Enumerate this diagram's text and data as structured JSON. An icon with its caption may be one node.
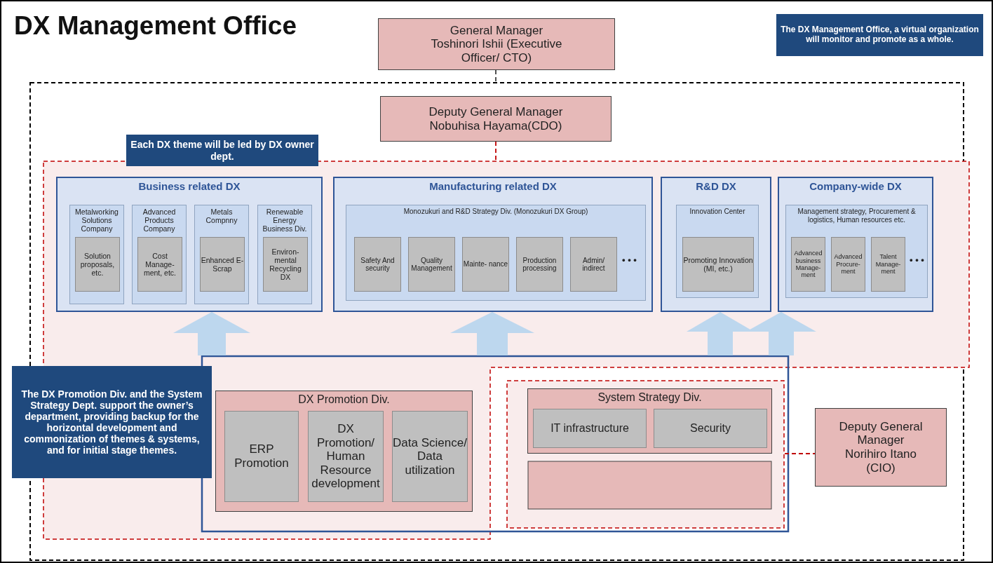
{
  "diagram": {
    "title": "DX Management Office",
    "nodes": [
      {
        "text": [
          "General Manager Toshinori Ishii (Executive Officer/ CTO)"
        ]
      },
      {
        "text": [],
        "shape": "box"
      },
      {
        "text": [
          "Deputy General Manager Nobuhisa Hayama(CDO)"
        ],
        "in": 1
      },
      {
        "text": [],
        "shape": "box",
        "in": 1
      },
      {
        "text": [
          "Business related DX"
        ],
        "in": 3
      },
      {
        "text": [
          "Metalworking Solutions Company"
        ],
        "in": 4
      },
      {
        "text": [
          "Solution proposals, etc."
        ],
        "in": 5
      },
      {
        "text": [
          "Advanced Products Company"
        ],
        "in": 4
      },
      {
        "text": [
          "Cost Manage- ment, etc."
        ],
        "in": 7
      },
      {
        "text": [
          "Metals Compnny"
        ],
        "in": 4
      },
      {
        "text": [
          "Enhanced E-Scrap"
        ],
        "in": 9
      },
      {
        "text": [
          "Renewable Energy Business Div."
        ],
        "in": 4
      },
      {
        "text": [
          "Environ- mental Recycling DX"
        ],
        "in": 11
      },
      {
        "text": [
          "Manufacturing related DX"
        ],
        "in": 3
      },
      {
        "text": [
          "Monozukuri and R&D Strategy Div. (Monozukuri DX Group)"
        ],
        "in": 13
      },
      {
        "text": [
          "Safety And security"
        ],
        "in": 14
      },
      {
        "text": [
          "Quality Management"
        ],
        "in": 14
      },
      {
        "text": [
          "Mainte- nance"
        ],
        "in": 14
      },
      {
        "text": [
          "Production processing"
        ],
        "in": 14
      },
      {
        "text": [
          "Admin/ indirect"
        ],
        "in": 14
      },
      {
        "text": [
          "R&D DX"
        ],
        "in": 3
      },
      {
        "text": [
          "Innovation Center"
        ],
        "in": 20
      },
      {
        "text": [
          "Promoting Innovation (MI, etc.)"
        ],
        "in": 21
      },
      {
        "text": [
          "Company-wide DX"
        ],
        "in": 3
      },
      {
        "text": [
          "Management strategy, Procurement & logistics, Human resources etc."
        ],
        "in": 23
      },
      {
        "text": [
          "Advanced business Manage- ment"
        ],
        "in": 24
      },
      {
        "text": [
          "Advanced Procure- ment"
        ],
        "in": 24
      },
      {
        "text": [
          "Talent Manage- ment"
        ],
        "in": 24
      },
      {
        "text": [
          "Each DX theme will be led by DX owner dept."
        ],
        "in": 1
      },
      {
        "text": [],
        "shape": "box",
        "in": 1
      },
      {
        "text": [
          "DX Promotion Div."
        ],
        "in": 29
      },
      {
        "text": [
          "ERP Promotion"
        ],
        "in": 30
      },
      {
        "text": [
          "DX Promotion/ Human Resource development"
        ],
        "in": 30
      },
      {
        "text": [
          "Data Science/ Data utilization"
        ],
        "in": 30
      },
      {
        "text": [],
        "shape": "box",
        "in": 29
      },
      {
        "text": [
          "System Strategy Div."
        ],
        "in": 34
      },
      {
        "text": [
          "IT infrastructure"
        ],
        "in": 35
      },
      {
        "text": [
          "Security"
        ],
        "in": 35
      },
      {
        "text": [],
        "shape": "box",
        "in": 34
      },
      {
        "text": [
          "Deputy General Manager Norihiro Itano (CIO)"
        ],
        "in": 1
      },
      {
        "text": [
          "The DX Promotion Div. and the System Strategy Dept. support the owner’s department, providing backup for the horizontal development and commonization of themes & systems, and for initial stage themes."
        ]
      },
      {
        "text": [
          "The DX Management Office, a virtual organization will monitor and promote as a whole."
        ]
      }
    ],
    "edges": [
      {
        "from": 0,
        "to": 1,
        "arrow": "none",
        "style": "dashed",
        "color": "#404040"
      },
      {
        "from": 2,
        "to": 3,
        "arrow": "none",
        "style": "dashed",
        "color": "#c00000"
      },
      {
        "from": 29,
        "to": 4,
        "arrow": "to",
        "color": "#bdd7ee"
      },
      {
        "from": 29,
        "to": 13,
        "arrow": "to",
        "color": "#bdd7ee"
      },
      {
        "from": 29,
        "to": 20,
        "arrow": "to",
        "color": "#bdd7ee"
      },
      {
        "from": 29,
        "to": 23,
        "arrow": "to",
        "color": "#bdd7ee"
      },
      {
        "from": 34,
        "to": 39,
        "arrow": "none",
        "style": "dashed",
        "color": "#c00000"
      }
    ],
    "labels": [
      "• • •",
      "• • •"
    ]
  }
}
